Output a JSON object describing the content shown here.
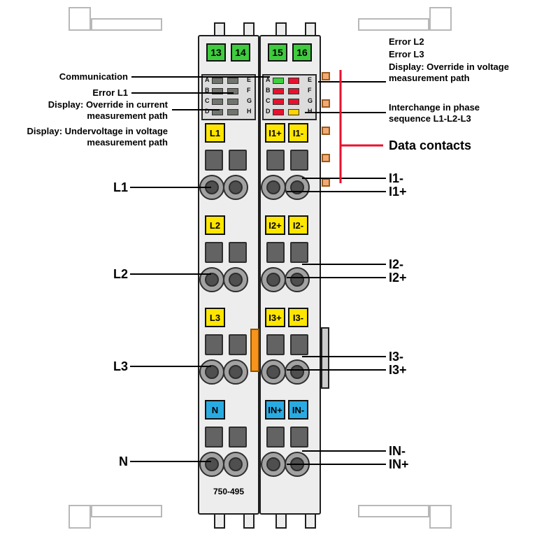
{
  "device": {
    "model": "750-495",
    "top_numbers": [
      "13",
      "14",
      "15",
      "16"
    ],
    "led_letters_left": [
      "A",
      "B",
      "C",
      "D"
    ],
    "led_letters_right": [
      "E",
      "F",
      "G",
      "H"
    ],
    "terminals": {
      "g1": {
        "v": "L1",
        "p": "I1+",
        "m": "I1-"
      },
      "g2": {
        "v": "L2",
        "p": "I2+",
        "m": "I2-"
      },
      "g3": {
        "v": "L3",
        "p": "I3+",
        "m": "I3-"
      },
      "g4": {
        "v": "N",
        "p": "IN+",
        "m": "IN-"
      }
    }
  },
  "callouts": {
    "left": {
      "communication": "Communication",
      "error_l1": "Error L1",
      "override_current": "Display: Override in current measurement path",
      "undervoltage": "Display: Undervoltage in voltage measurement path",
      "l1": "L1",
      "l2": "L2",
      "l3": "L3",
      "n": "N"
    },
    "right": {
      "error_l2": "Error L2",
      "error_l3": "Error L3",
      "override_voltage": "Display: Override in voltage measurement path",
      "interchange": "Interchange in phase sequence L1-L2-L3",
      "data_contacts": "Data contacts",
      "i1_minus": "I1-",
      "i1_plus": "I1+",
      "i2_minus": "I2-",
      "i2_plus": "I2+",
      "i3_minus": "I3-",
      "i3_plus": "I3+",
      "in_minus": "IN-",
      "in_plus": "IN+"
    }
  },
  "colors": {
    "led_green": "#3dd13d",
    "led_red": "#e8112d",
    "led_yellow": "#ffd400",
    "led_unlit": "#70756e",
    "label_yellow": "#ffe600",
    "label_blue": "#29abe2",
    "contact_number_green": "#3ecc3e",
    "bracket_red": "#e8112d",
    "module_body": "#ededed"
  }
}
